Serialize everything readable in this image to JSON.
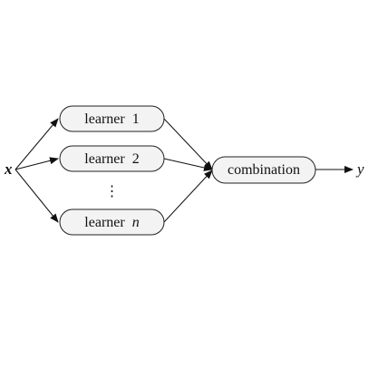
{
  "diagram": {
    "input": {
      "label": "x"
    },
    "output": {
      "label": "y"
    },
    "learners": [
      {
        "prefix": "learner",
        "index": "1"
      },
      {
        "prefix": "learner",
        "index": "2"
      },
      {
        "prefix": "learner",
        "index": "n"
      }
    ],
    "ellipsis": "⋮",
    "combiner": {
      "label": "combination"
    }
  }
}
